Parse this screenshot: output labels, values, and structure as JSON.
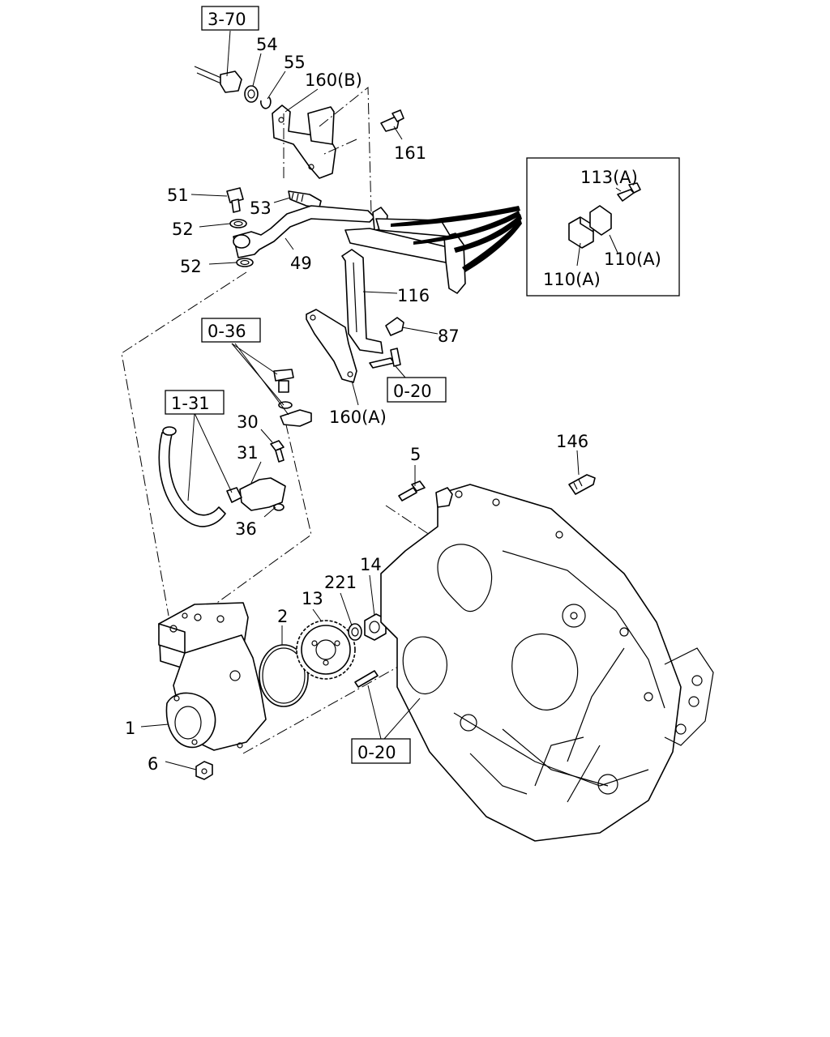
{
  "callouts": {
    "ref_3_70": "3-70",
    "p54": "54",
    "p55": "55",
    "p160b": "160(B)",
    "p161": "161",
    "p51": "51",
    "p53": "53",
    "p52a": "52",
    "p52b": "52",
    "p49": "49",
    "p116": "116",
    "p87": "87",
    "ref_0_36": "0-36",
    "ref_0_20_top": "0-20",
    "p160a": "160(A)",
    "ref_1_31": "1-31",
    "p30": "30",
    "p31": "31",
    "p36": "36",
    "p5": "5",
    "p146": "146",
    "p14": "14",
    "p221": "221",
    "p13": "13",
    "p2": "2",
    "p1": "1",
    "p6": "6",
    "ref_0_20_bottom": "0-20"
  },
  "detail": {
    "p113a": "113(A)",
    "p110a_right": "110(A)",
    "p110a_left": "110(A)"
  }
}
